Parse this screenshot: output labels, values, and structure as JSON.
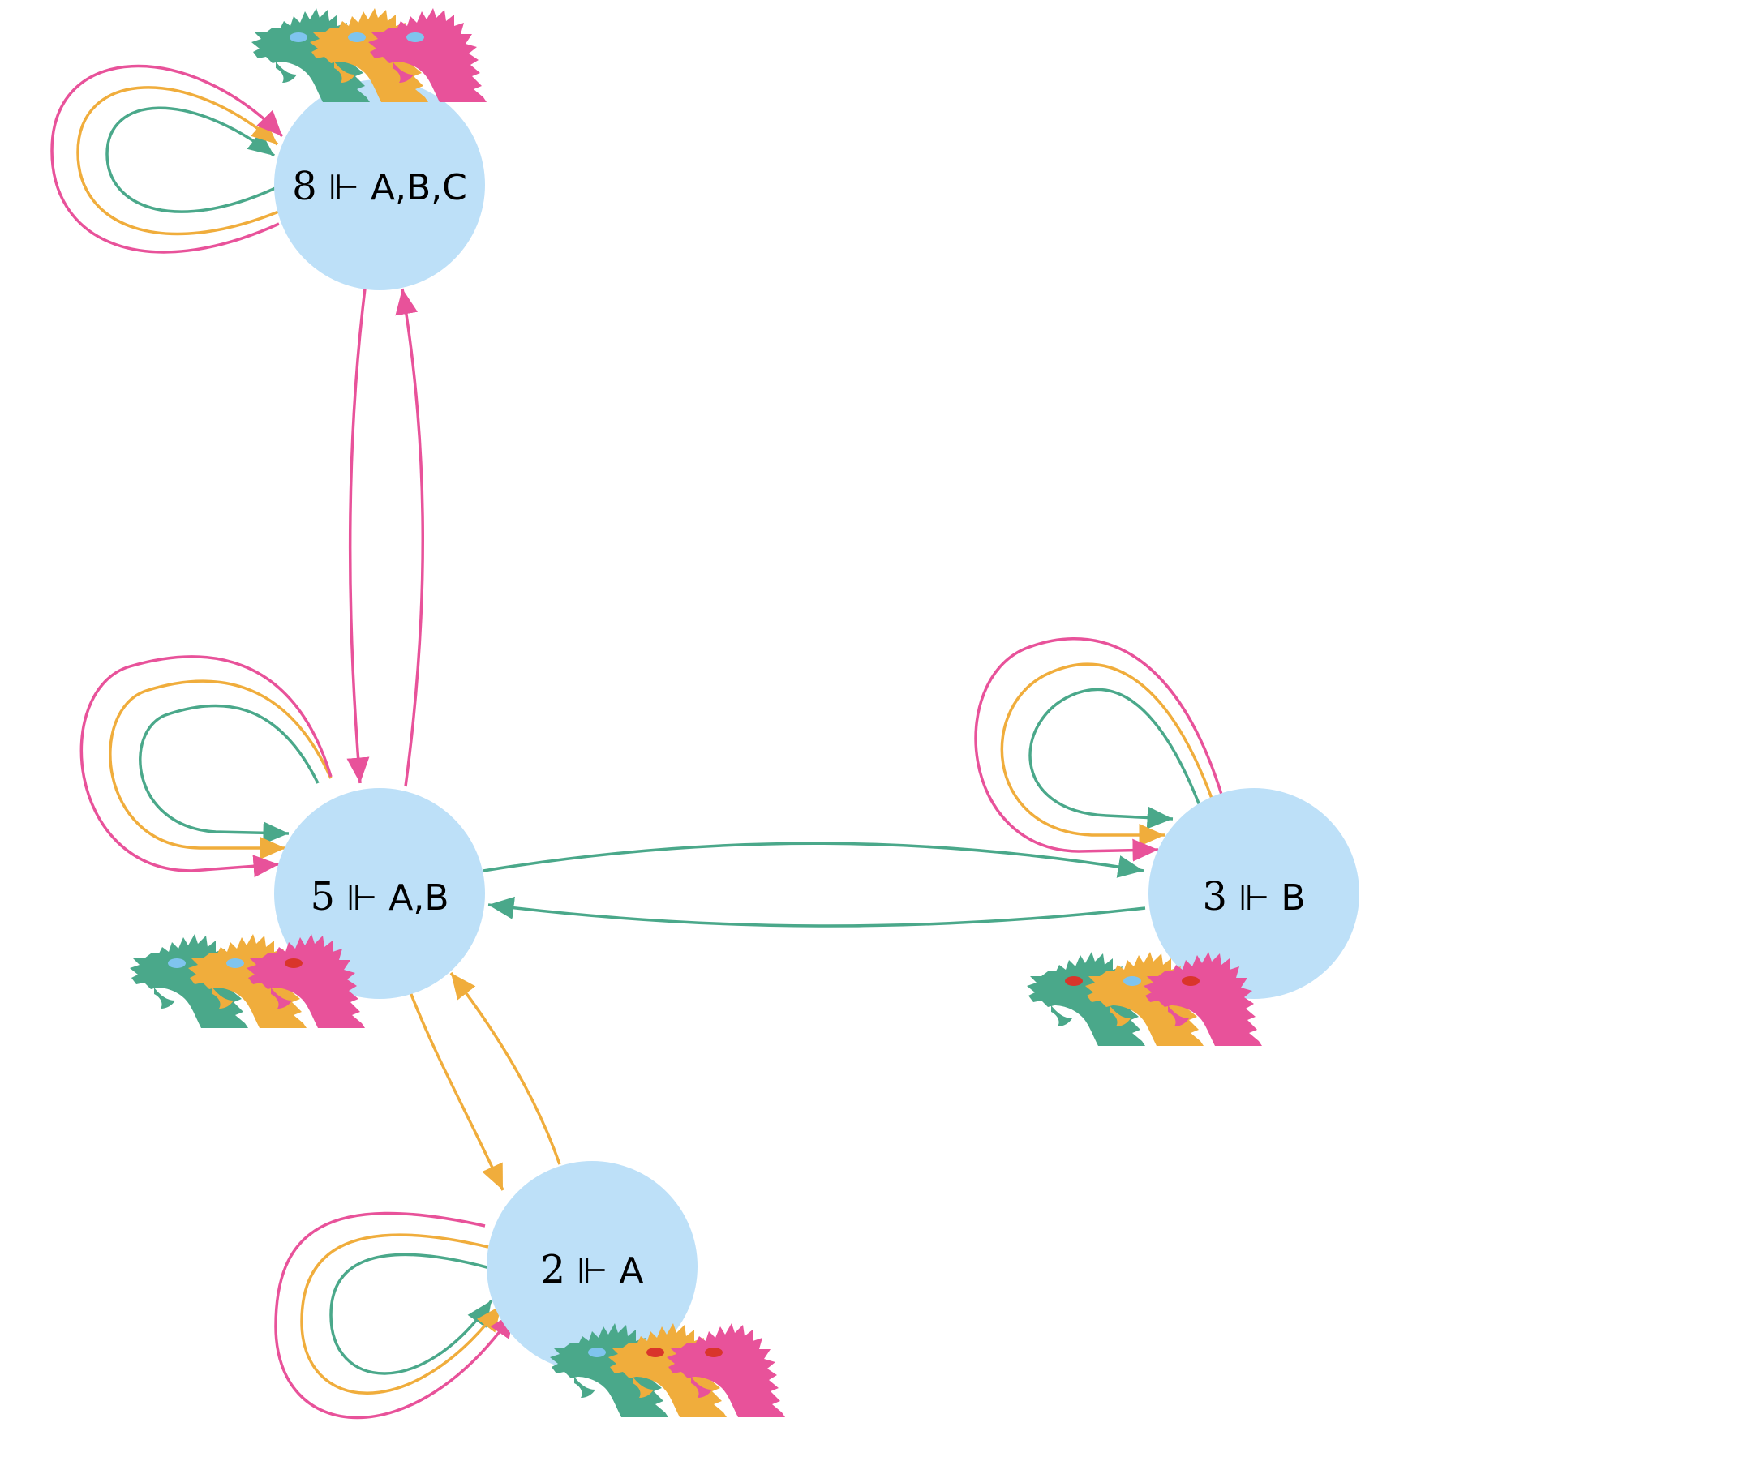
{
  "colors": {
    "node_fill": "#bde0f8",
    "green": "#4aa88a",
    "orange": "#f0ad3c",
    "pink": "#e8529a",
    "eye_blue": "#7fc4ee",
    "eye_red": "#d9352b"
  },
  "nodes": [
    {
      "id": "w8",
      "number": "8",
      "rest": " ⊩ A,B,C"
    },
    {
      "id": "w5",
      "number": "5",
      "rest": " ⊩ A,B"
    },
    {
      "id": "w3",
      "number": "3",
      "rest": " ⊩ B"
    },
    {
      "id": "w2",
      "number": "2",
      "rest": " ⊩ A"
    }
  ],
  "agents": [
    "green",
    "orange",
    "pink"
  ],
  "edges": [
    {
      "from": "w8",
      "to": "w8",
      "agents": [
        "green",
        "orange",
        "pink"
      ]
    },
    {
      "from": "w5",
      "to": "w5",
      "agents": [
        "green",
        "orange",
        "pink"
      ]
    },
    {
      "from": "w3",
      "to": "w3",
      "agents": [
        "green",
        "orange",
        "pink"
      ]
    },
    {
      "from": "w2",
      "to": "w2",
      "agents": [
        "green",
        "orange",
        "pink"
      ]
    },
    {
      "from": "w8",
      "to": "w5",
      "agents": [
        "pink"
      ]
    },
    {
      "from": "w5",
      "to": "w8",
      "agents": [
        "pink"
      ]
    },
    {
      "from": "w5",
      "to": "w3",
      "agents": [
        "green"
      ]
    },
    {
      "from": "w3",
      "to": "w5",
      "agents": [
        "green"
      ]
    },
    {
      "from": "w5",
      "to": "w2",
      "agents": [
        "orange"
      ]
    },
    {
      "from": "w2",
      "to": "w5",
      "agents": [
        "orange"
      ]
    }
  ],
  "dragon_eyes": {
    "w8": [
      "eye_blue",
      "eye_blue",
      "eye_blue"
    ],
    "w5": [
      "eye_blue",
      "eye_blue",
      "eye_red"
    ],
    "w3": [
      "eye_red",
      "eye_blue",
      "eye_red"
    ],
    "w2": [
      "eye_blue",
      "eye_red",
      "eye_red"
    ]
  }
}
